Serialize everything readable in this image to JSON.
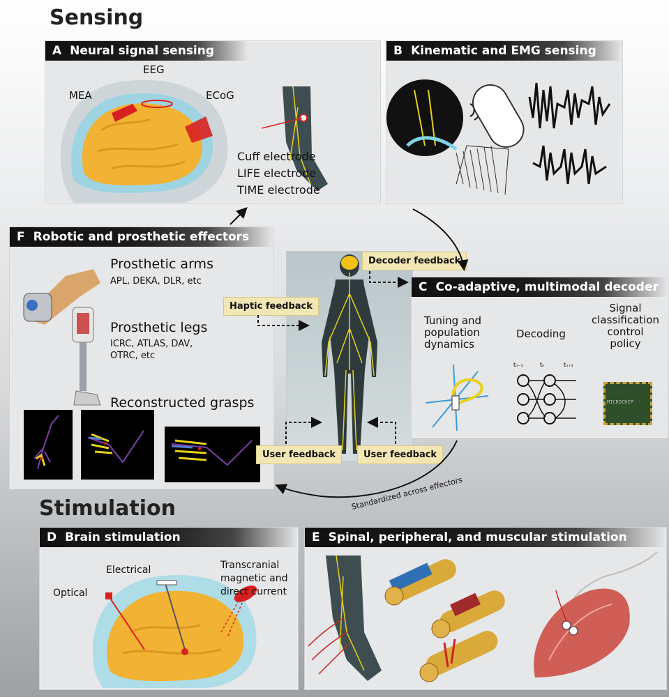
{
  "sensing_title": "Sensing",
  "stimulation_title": "Stimulation",
  "panel_a": {
    "letter": "A",
    "title": "Neural signal sensing",
    "labels": {
      "eeg": "EEG",
      "mea": "MEA",
      "ecog": "ECoG",
      "cuff": "Cuff electrode",
      "life": "LIFE electrode",
      "time": "TIME electrode"
    }
  },
  "panel_b": {
    "letter": "B",
    "title": "Kinematic and EMG sensing"
  },
  "panel_c": {
    "letter": "C",
    "title": "Co-adaptive, multimodal decoder",
    "col1": "Tuning and\npopulation\ndynamics",
    "col2": "Decoding",
    "col3": "Signal\nclassification\ncontrol\npolicy",
    "t_prev": "tₙ₋₁",
    "t_now": "tₙ",
    "t_next": "tₙ₊₁",
    "chip_text": "MICROCHIP"
  },
  "panel_f": {
    "letter": "F",
    "title": "Robotic and prosthetic effectors",
    "arms": "Prosthetic arms",
    "arms_sub": "APL, DEKA, DLR, etc",
    "legs": "Prosthetic legs",
    "legs_sub1": "ICRC, ATLAS, DAV,",
    "legs_sub2": "OTRC, etc",
    "grasps": "Reconstructed grasps"
  },
  "panel_d": {
    "letter": "D",
    "title": "Brain stimulation",
    "optical": "Optical",
    "electrical": "Electrical",
    "tms": "Transcranial\nmagnetic and\ndirect current"
  },
  "panel_e": {
    "letter": "E",
    "title": "Spinal, peripheral, and muscular stimulation"
  },
  "feedback": {
    "decoder": "Decoder feedback",
    "haptic": "Haptic feedback",
    "user_left": "User feedback",
    "user_right": "User feedback"
  },
  "arc_label": "Standardized across effectors",
  "colors": {
    "brain": "#f2b233",
    "skull": "#7fd3e6",
    "nerve": "#e8d11a",
    "electrode": "#d92020",
    "feedback_box": "#f2e6b4",
    "header": "#111111"
  }
}
